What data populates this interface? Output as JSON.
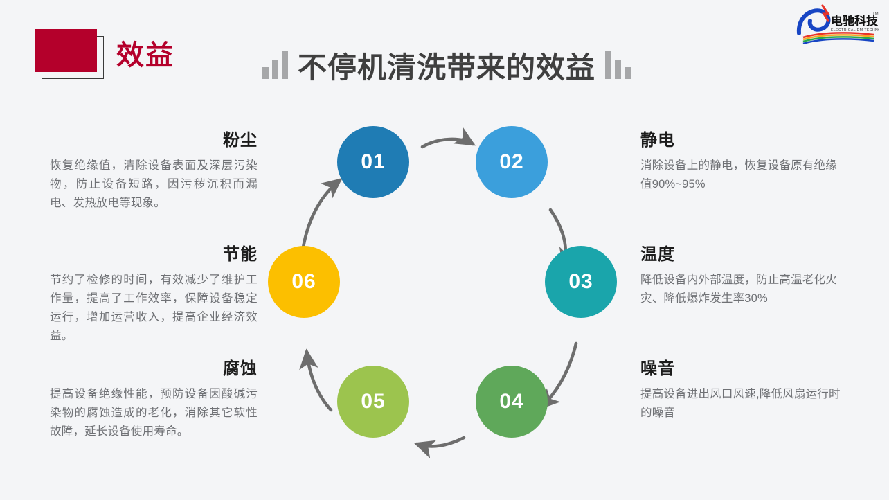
{
  "header": {
    "badge_label": "效益",
    "badge_color": "#b4002b",
    "main_title": "不停机清洗带来的效益",
    "logo_name": "电驰科技",
    "logo_sub": "ELECTRICAL DM TECHNOLOGY",
    "logo_tm": "TM"
  },
  "diagram": {
    "nodes": [
      {
        "id": "01",
        "color": "#1f7cb4"
      },
      {
        "id": "02",
        "color": "#3b9fdc"
      },
      {
        "id": "03",
        "color": "#1aa5ab"
      },
      {
        "id": "04",
        "color": "#5fa85a"
      },
      {
        "id": "05",
        "color": "#9cc44e"
      },
      {
        "id": "06",
        "color": "#fcbf00"
      }
    ],
    "arrow_color": "#6d6d6d"
  },
  "blocks": {
    "dust": {
      "head": "粉尘",
      "body": "恢复绝缘值，清除设备表面及深层污染物，防止设备短路，因污秽沉积而漏电、发热放电等现象。"
    },
    "energy": {
      "head": "节能",
      "body": "节约了检修的时间，有效减少了维护工作量，提高了工作效率，保障设备稳定运行，增加运营收入，提高企业经济效益。"
    },
    "corrosion": {
      "head": "腐蚀",
      "body": "提高设备绝缘性能，预防设备因酸碱污染物的腐蚀造成的老化，消除其它软性故障，延长设备使用寿命。"
    },
    "static": {
      "head": "静电",
      "body": "消除设备上的静电，恢复设备原有绝缘值90%~95%"
    },
    "temperature": {
      "head": "温度",
      "body": "降低设备内外部温度，防止高温老化火灾、降低爆炸发生率30%"
    },
    "noise": {
      "head": "噪音",
      "body": "提高设备进出风口风速,降低风扇运行时的噪音"
    }
  }
}
